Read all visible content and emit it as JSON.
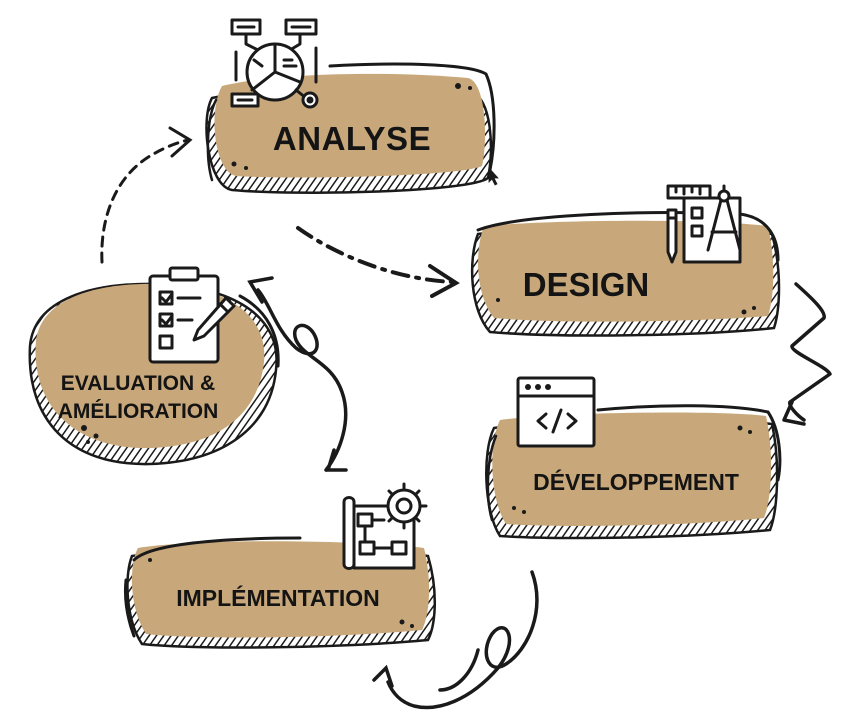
{
  "colors": {
    "fill": "#c8a87a",
    "ink": "#1a1a1a",
    "background": "#ffffff"
  },
  "stages": [
    {
      "id": "analyse",
      "label": "ANALYSE",
      "icon": "pie-chart-diagram-icon"
    },
    {
      "id": "design",
      "label": "DESIGN",
      "icon": "ruler-compass-pencil-icon"
    },
    {
      "id": "developpement",
      "label": "DÉVELOPPEMENT",
      "icon": "code-window-icon"
    },
    {
      "id": "implementation",
      "label": "IMPLÉMENTATION",
      "icon": "blueprint-gear-icon"
    },
    {
      "id": "evaluation",
      "label_line1": "EVALUATION &",
      "label_line2": "AMÉLIORATION",
      "icon": "clipboard-checklist-icon"
    }
  ],
  "cycle_order": [
    "analyse",
    "design",
    "developpement",
    "implementation",
    "evaluation"
  ]
}
